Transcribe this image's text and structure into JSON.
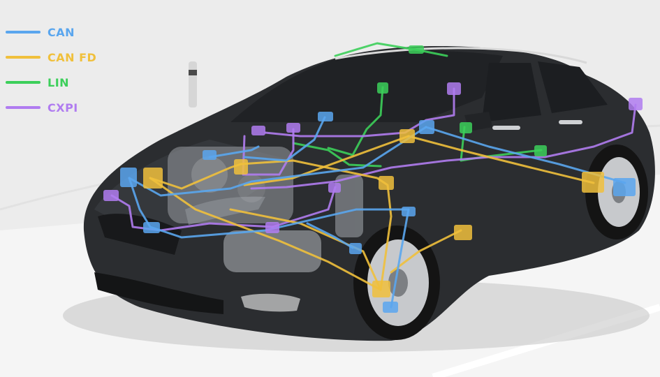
{
  "legend": {
    "items": [
      {
        "label": "CAN",
        "color": "#5aa6ee"
      },
      {
        "label": "CAN FD",
        "color": "#f0c03c"
      },
      {
        "label": "LIN",
        "color": "#3ccf5a"
      },
      {
        "label": "CXPI",
        "color": "#b07cf0"
      }
    ]
  },
  "colors": {
    "background": "#eeeeee",
    "road": "#f6f6f6",
    "car_body": "#2b2d30",
    "car_body_light": "#4a4d52",
    "glass": "#1c1e21",
    "engine_parts": "#9a9ea3",
    "tire": "#1a1a1a",
    "rim": "#c8cacd"
  },
  "icons": {
    "car": "car-illustration",
    "ecu_node": "ecu-node-icon",
    "bollard": "road-bollard"
  }
}
